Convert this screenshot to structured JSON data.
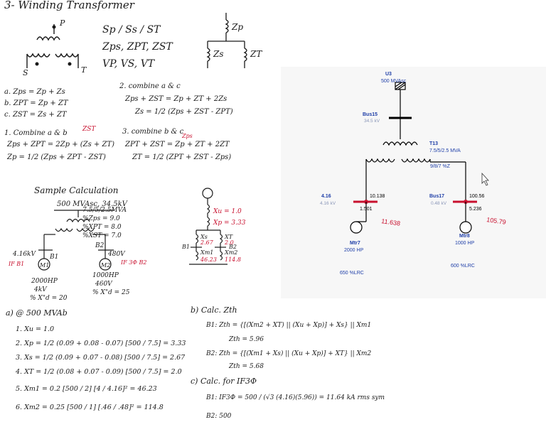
{
  "notes": {
    "title": "3- Winding Transformer",
    "winding_labels": {
      "p": "P",
      "s": "S",
      "t": "T"
    },
    "def_lines": [
      "Sp / Ss / ST",
      "Zps, ZPT, ZST",
      "VP, VS, VT"
    ],
    "equiv_labels": {
      "zp": "Zp",
      "zs": "Zs",
      "zt": "ZT"
    },
    "eqs_left": [
      "a. Zps = Zp + Zs",
      "b. ZPT = Zp + ZT",
      "c. ZST = Zs + ZT"
    ],
    "eqs_mid_head": "2. combine a & c",
    "eqs_mid": [
      "Zps + ZST = Zp + ZT + 2Zs",
      "Zs = 1/2 (Zps + ZST - ZPT)"
    ],
    "eqs_left2_head": "1. Combine a & b",
    "eqs_left2": [
      "Zps + ZPT = 2Zp + (Zs + ZT)",
      "Zp = 1/2 (Zps + ZPT - ZST)"
    ],
    "red_zst": "ZST",
    "eqs_mid2_head": "3. combine b & c",
    "eqs_mid2": [
      "ZPT + ZST = Zp + ZT + 2ZT",
      "ZT = 1/2 (ZPT + ZST - Zps)"
    ],
    "red_zps": "Zps",
    "sample_title": "Sample Calculation",
    "sample_source": "500 MVAsc, 34.5kV",
    "sample_params": [
      "7.5/5/2.5MVA",
      "%Zps = 9.0",
      "%XPT = 8.0",
      "%XST = 7.0",
      "480V"
    ],
    "sample_buses": {
      "b1": "4.16kV",
      "b1_name": "B1",
      "b2": "B2"
    },
    "sample_red": [
      "IF B1",
      "IF 3Φ B2"
    ],
    "motor1": [
      "M1",
      "2000HP",
      "4kV",
      "% X\"d = 20"
    ],
    "motor2": [
      "M2",
      "1000HP",
      "460V",
      "% X\"d = 25"
    ],
    "imp_net": {
      "xu": "Xu = 1.0",
      "xp": "Xp = 3.33",
      "xs": "Xs",
      "xt": "XT",
      "xs_val": "2.67",
      "xt_val": "2.0",
      "xm1": "Xm1",
      "xm2": "Xm2",
      "xm1_val": "46.23",
      "xm2_val": "114.8",
      "b1": "B1",
      "b2": "B2"
    },
    "part_a_head": "a) @ 500 MVAb",
    "part_a": [
      "1. Xu = 1.0",
      "2. Xp = 1/2 (0.09 + 0.08 - 0.07) [500 / 7.5] = 3.33",
      "3. Xs = 1/2 (0.09 + 0.07 - 0.08) [500 / 7.5] = 2.67",
      "4. XT = 1/2 (0.08 + 0.07 - 0.09) [500 / 7.5] = 2.0",
      "5. Xm1 = 0.2 [500 / 2] [4 / 4.16]² = 46.23",
      "6. Xm2 = 0.25 [500 / 1] [.46 / .48]² = 114.8"
    ],
    "part_b_head": "b) Calc. Zth",
    "part_b": [
      "B1:  Zth = {[(Xm2 + XT) || (Xu + Xp)] + Xs} || Xm1",
      "Zth = 5.96",
      "B2:  Zth = {[(Xm1 + Xs) || (Xu + Xp)] + XT} || Xm2",
      "Zth = 5.68"
    ],
    "part_c_head": "c) Calc. for IF3Φ",
    "part_c": [
      "B1:  IF3Φ = 500 / (√3 (4.16)(5.96)) = 11.64 kA rms sym",
      "B2:            500"
    ]
  },
  "etap": {
    "source_name": "U3",
    "source_rating": "500 MVAsc",
    "bus15_name": "Bus15",
    "bus15_kv": "34.5 kV",
    "xfmr_name": "T13",
    "xfmr_rating": "7.5/5/2.5 MVA",
    "xfmr_z": "9/8/7 %Z",
    "bus416_name": "4.16",
    "bus416_kv": "4.16 kV",
    "bus17_name": "Bus17",
    "bus17_kv": "0.48 kV",
    "flow_416_up": "10.138",
    "flow_416_motor": "1.501",
    "fault_416": "11.638",
    "flow_17_up": "100.56",
    "flow_17_motor": "5.236",
    "fault_17": "105.79",
    "mtr7_name": "Mtr7",
    "mtr7_hp": "2000 HP",
    "mtr8_name": "Mtr8",
    "mtr8_hp": "1000 HP",
    "lrc7": "650 %LRC",
    "lrc8": "600 %LRC",
    "colors": {
      "line": "#000000",
      "fault": "#c8102e",
      "label": "#1f3fa8",
      "kv": "#8a96b8"
    }
  }
}
